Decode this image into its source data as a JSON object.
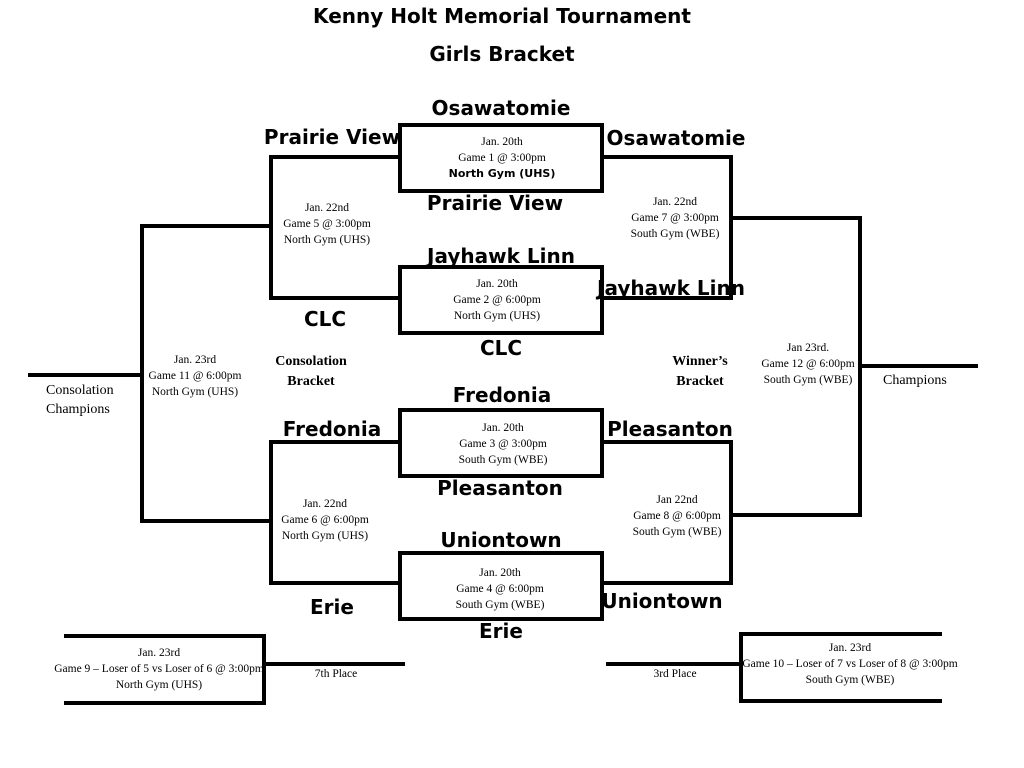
{
  "title": "Kenny Holt Memorial Tournament",
  "subtitle": "Girls Bracket",
  "teams": {
    "osawatomie": "Osawatomie",
    "prairie_view": "Prairie View",
    "jayhawk_linn": "Jayhawk Linn",
    "clc": "CLC",
    "fredonia": "Fredonia",
    "pleasanton": "Pleasanton",
    "uniontown": "Uniontown",
    "erie": "Erie"
  },
  "games": {
    "g1": {
      "date": "Jan. 20th",
      "time": "Game 1  @ 3:00pm",
      "loc": "North Gym (UHS)"
    },
    "g2": {
      "date": "Jan. 20th",
      "time": "Game 2  @  6:00pm",
      "loc": "North Gym (UHS)"
    },
    "g3": {
      "date": "Jan. 20th",
      "time": "Game 3  @  3:00pm",
      "loc": "South Gym (WBE)"
    },
    "g4": {
      "date": "Jan. 20th",
      "time": "Game 4  @ 6:00pm",
      "loc": "South Gym (WBE)"
    },
    "g5": {
      "date": "Jan. 22nd",
      "time": "Game 5 @ 3:00pm",
      "loc": "North Gym (UHS)"
    },
    "g6": {
      "date": "Jan. 22nd",
      "time": "Game 6 @ 6:00pm",
      "loc": "North Gym (UHS)"
    },
    "g7": {
      "date": "Jan. 22nd",
      "time": "Game 7  @ 3:00pm",
      "loc": "South Gym (WBE)"
    },
    "g8": {
      "date": "Jan 22nd",
      "time": "Game 8 @ 6:00pm",
      "loc": "South Gym (WBE)"
    },
    "g9": {
      "date": "Jan. 23rd",
      "time": "Game 9 – Loser of 5 vs Loser of 6 @ 3:00pm",
      "loc": "North Gym (UHS)"
    },
    "g10": {
      "date": "Jan. 23rd",
      "time": "Game 10 – Loser of 7 vs Loser of 8 @ 3:00pm",
      "loc": "South Gym (WBE)"
    },
    "g11": {
      "date": "Jan. 23rd",
      "time": "Game 11  @ 6:00pm",
      "loc": "North Gym (UHS)"
    },
    "g12": {
      "date": "Jan 23rd.",
      "time": "Game 12  @ 6:00pm",
      "loc": "South Gym (WBE)"
    }
  },
  "labels": {
    "consolation_champions": [
      "Consolation",
      "Champions"
    ],
    "champions": "Champions",
    "consolation_bracket": [
      "Consolation",
      "Bracket"
    ],
    "winners_bracket": [
      "Winner’s",
      "Bracket"
    ],
    "seventh_place": "7th Place",
    "third_place": "3rd Place"
  }
}
